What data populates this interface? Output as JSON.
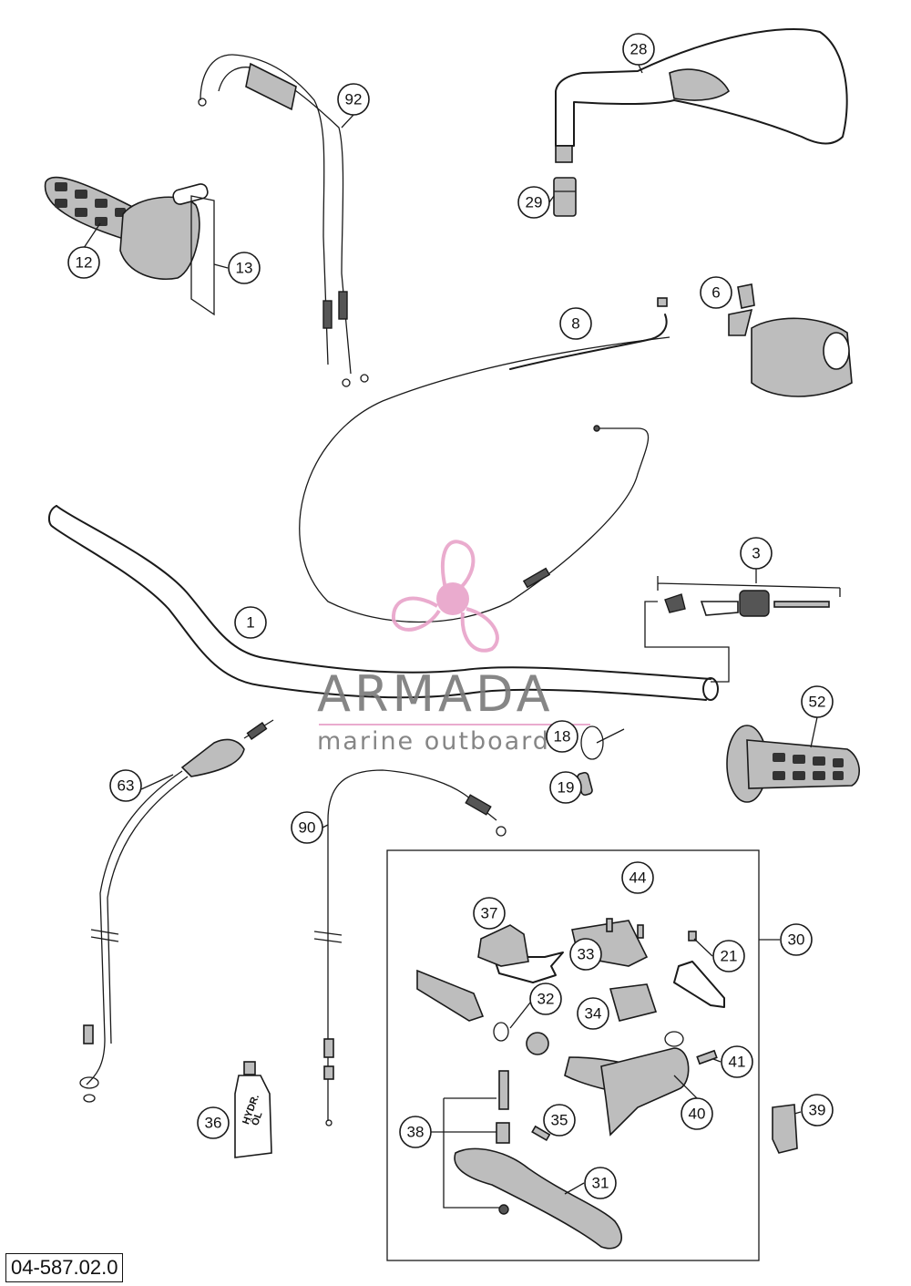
{
  "drawing_code": "04-587.02.0",
  "watermark": {
    "brand": "ARMADA",
    "tagline": "marine outboards",
    "accent_color": "#e8a3c9"
  },
  "bottle_label": [
    "HYDR.",
    "ÖL"
  ],
  "part_labels": [
    "1",
    "3",
    "6",
    "8",
    "12",
    "13",
    "18",
    "19",
    "21",
    "28",
    "29",
    "30",
    "31",
    "32",
    "33",
    "34",
    "35",
    "36",
    "37",
    "38",
    "39",
    "40",
    "41",
    "44",
    "52",
    "63",
    "90",
    "92"
  ]
}
